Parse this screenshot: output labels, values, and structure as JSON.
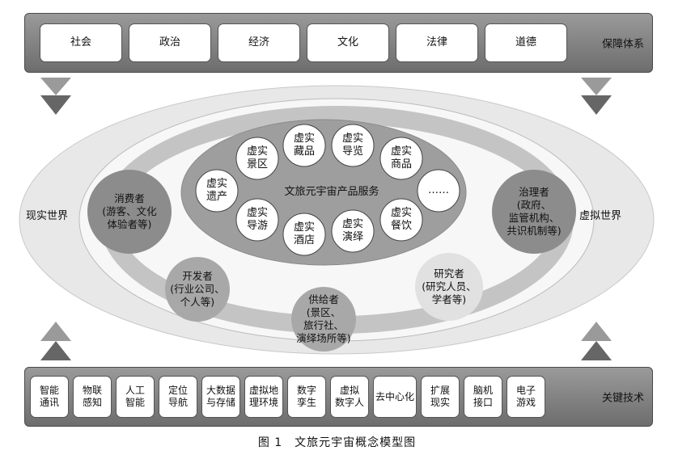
{
  "support_system": {
    "label": "保障体系",
    "items": [
      "社会",
      "政治",
      "经济",
      "文化",
      "法律",
      "道德"
    ]
  },
  "key_technologies": {
    "label": "关键技术",
    "items": [
      "智能\n通讯",
      "物联\n感知",
      "人工\n智能",
      "定位\n导航",
      "大数据\n与存储",
      "虚拟地\n理环境",
      "数字\n孪生",
      "虚拟\n数字人",
      "去中心化",
      "扩展\n现实",
      "脑机\n接口",
      "电子\n游戏"
    ]
  },
  "worlds": {
    "real": "现实世界",
    "virtual": "虚拟世界"
  },
  "center": {
    "label": "文旅元宇宙产品服务",
    "services": [
      "虚实\n景区",
      "虚实\n藏品",
      "虚实\n导览",
      "虚实\n商品",
      "虚实\n遗产",
      "……",
      "虚实\n导游",
      "虚实\n酒店",
      "虚实\n演绎",
      "虚实\n餐饮"
    ]
  },
  "actors": {
    "consumer": "消费者\n(游客、文化\n体验者等)",
    "governor": "治理者\n(政府、\n监管机构、\n共识机制等)",
    "developer": "开发者\n(行业公司、\n个人等)",
    "supplier": "供给者\n(景区、\n旅行社、\n演绎场所等)",
    "researcher": "研究者\n(研究人员、\n学者等)"
  },
  "caption": "图 1　文旅元宇宙概念模型图"
}
